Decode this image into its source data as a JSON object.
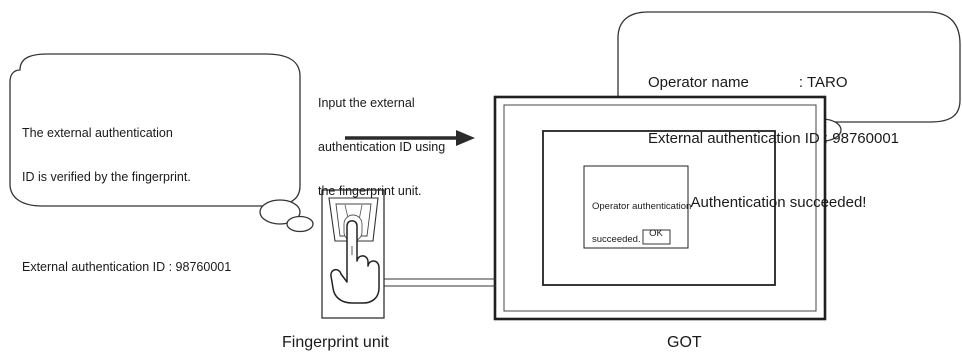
{
  "left_bubble": {
    "line1": "The external authentication",
    "line2": "ID is verified by the fingerprint.",
    "line3": "External authentication ID : 98760001"
  },
  "arrow_label": {
    "line1": "Input the external",
    "line2": "authentication ID using",
    "line3": "the fingerprint unit."
  },
  "right_bubble": {
    "line1": "Operator name            : TARO",
    "line2": "External authentication ID : 98760001",
    "line3": "Authentication succeeded!"
  },
  "got_dialog": {
    "line1": "Operator authentication",
    "line2": "succeeded.",
    "ok_label": "OK"
  },
  "captions": {
    "fingerprint_unit": "Fingerprint unit",
    "got": "GOT"
  }
}
